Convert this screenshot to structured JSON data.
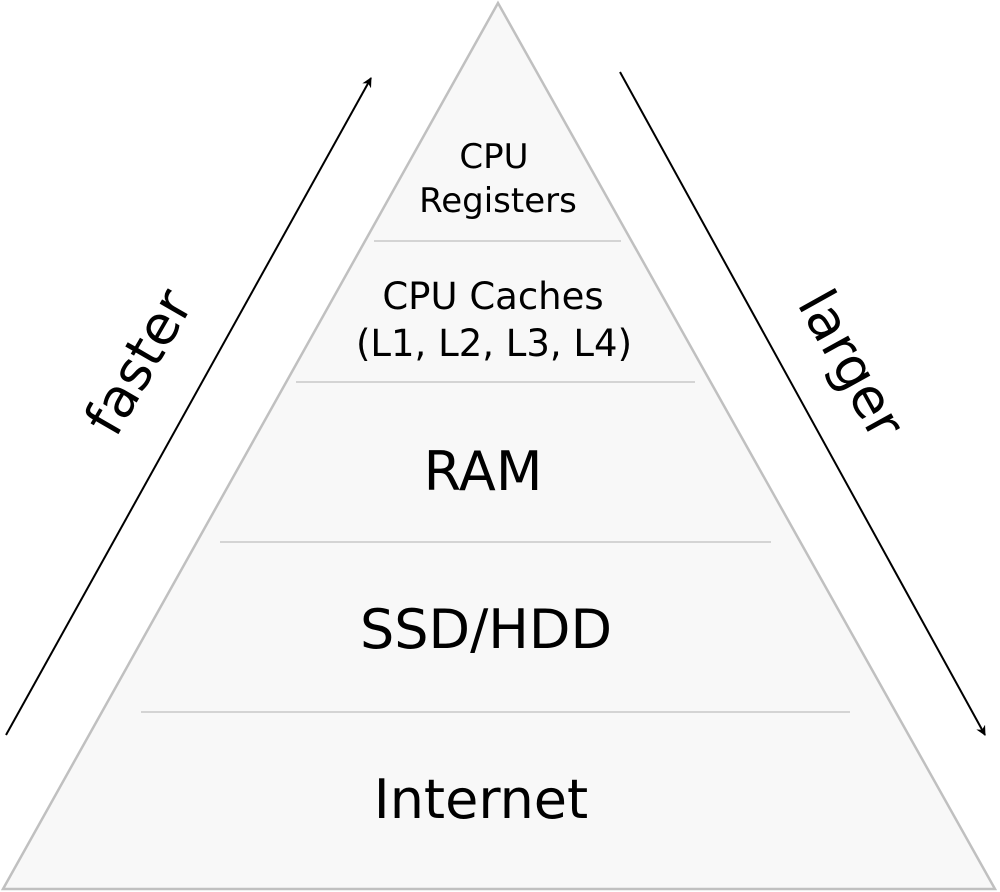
{
  "pyramid": {
    "tiers": [
      {
        "lines": [
          "CPU",
          "Registers"
        ]
      },
      {
        "lines": [
          "CPU Caches",
          "(L1, L2, L3, L4)"
        ]
      },
      {
        "lines": [
          "RAM"
        ]
      },
      {
        "lines": [
          "SSD/HDD"
        ]
      },
      {
        "lines": [
          "Internet"
        ]
      }
    ],
    "fill_color": "#f8f8f8",
    "outline_color": "#c0c0c0",
    "divider_color": "#c8c8c8"
  },
  "axes": {
    "left_label": "faster",
    "right_label": "larger",
    "arrow_color": "#000000"
  }
}
